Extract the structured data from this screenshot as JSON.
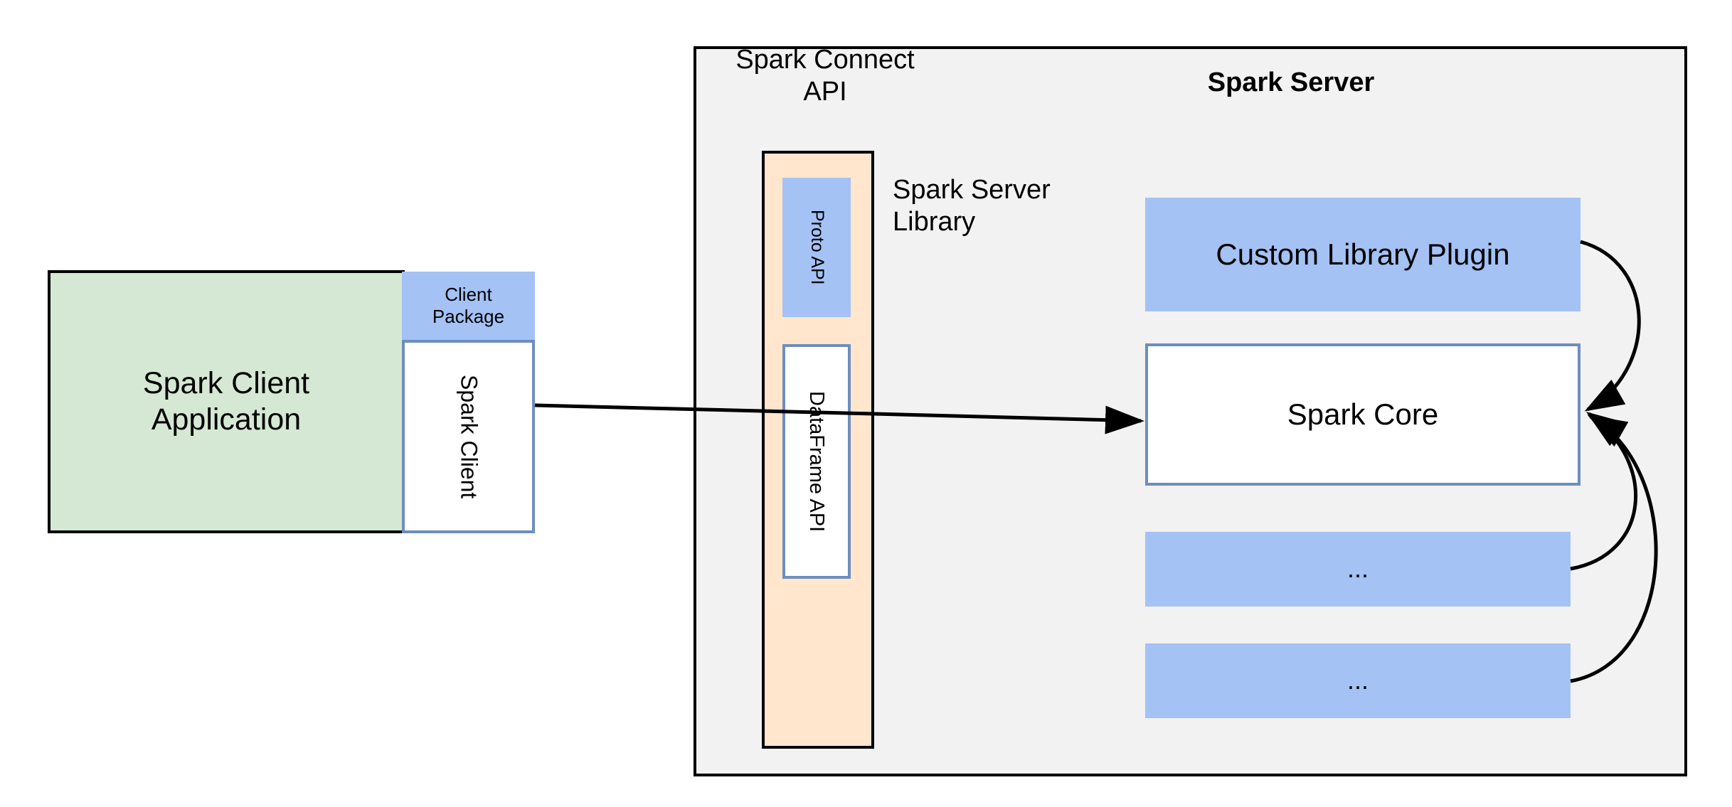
{
  "diagram": {
    "title": "Spark Connect architecture",
    "colors": {
      "client_app_fill": "#d5e8d4",
      "blue_fill": "#a4c2f4",
      "blue_border": "#6c8ebf",
      "yellow_fill": "#ffe6cc",
      "container_fill": "#f2f2f2",
      "stroke": "#000000",
      "white_fill": "#ffffff"
    }
  },
  "client": {
    "application_label": "Spark Client\nApplication",
    "application_label_line1": "Spark Client",
    "application_label_line2": "Application",
    "package_label": "Client\nPackage",
    "package_label_line1": "Client",
    "package_label_line2": "Package",
    "spark_client_label": "Spark Client"
  },
  "server": {
    "title": "Spark Server",
    "connect_api_label_line1": "Spark Connect",
    "connect_api_label_line2": "API",
    "server_library_label_line1": "Spark Server",
    "server_library_label_line2": "Library",
    "api_stack": {
      "proto_api_label": "Proto API",
      "dataframe_api_label": "DataFrame API"
    },
    "blocks": [
      {
        "label": "Custom Library Plugin",
        "style": "blue-filled"
      },
      {
        "label": "Spark Core",
        "style": "white-blue-border"
      },
      {
        "label": "...",
        "style": "blue-filled"
      },
      {
        "label": "...",
        "style": "blue-filled"
      }
    ]
  },
  "connections": [
    {
      "from": "Spark Client",
      "to": "Spark Core",
      "type": "arrow"
    },
    {
      "from": "Custom Library Plugin",
      "to": "Spark Core",
      "type": "curved-arrow"
    },
    {
      "from": "...",
      "to": "Spark Core",
      "type": "curved-arrow"
    },
    {
      "from": "...",
      "to": "Spark Core",
      "type": "curved-arrow"
    }
  ]
}
